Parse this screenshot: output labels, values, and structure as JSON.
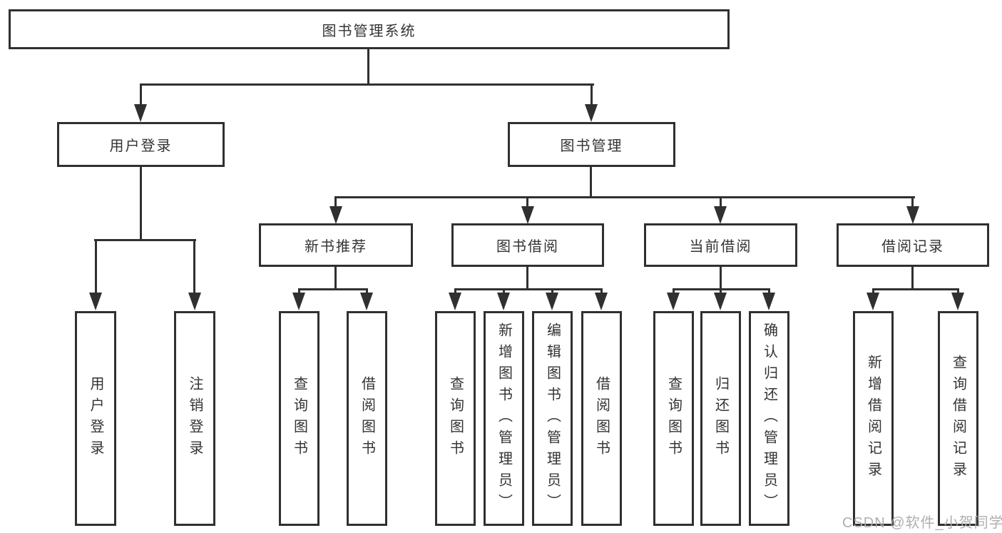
{
  "diagram": {
    "root": "图书管理系统",
    "user_branch": {
      "label": "用户登录",
      "children": [
        "用户登录",
        "注销登录"
      ]
    },
    "book_branch": {
      "label": "图书管理",
      "groups": [
        {
          "label": "新书推荐",
          "children": [
            "查询图书",
            "借阅图书"
          ]
        },
        {
          "label": "图书借阅",
          "children": [
            "查询图书",
            "新增图书（管理员）",
            "编辑图书（管理员）",
            "借阅图书"
          ]
        },
        {
          "label": "当前借阅",
          "children": [
            "查询图书",
            "归还图书",
            "确认归还（管理员）"
          ]
        },
        {
          "label": "借阅记录",
          "children": [
            "新增借阅记录",
            "查询借阅记录"
          ]
        }
      ]
    }
  },
  "watermark": "CSDN @软件_小贺同学",
  "colors": {
    "line": "#303030",
    "text": "#333333",
    "watermark": "#ababab",
    "background": "#ffffff"
  }
}
